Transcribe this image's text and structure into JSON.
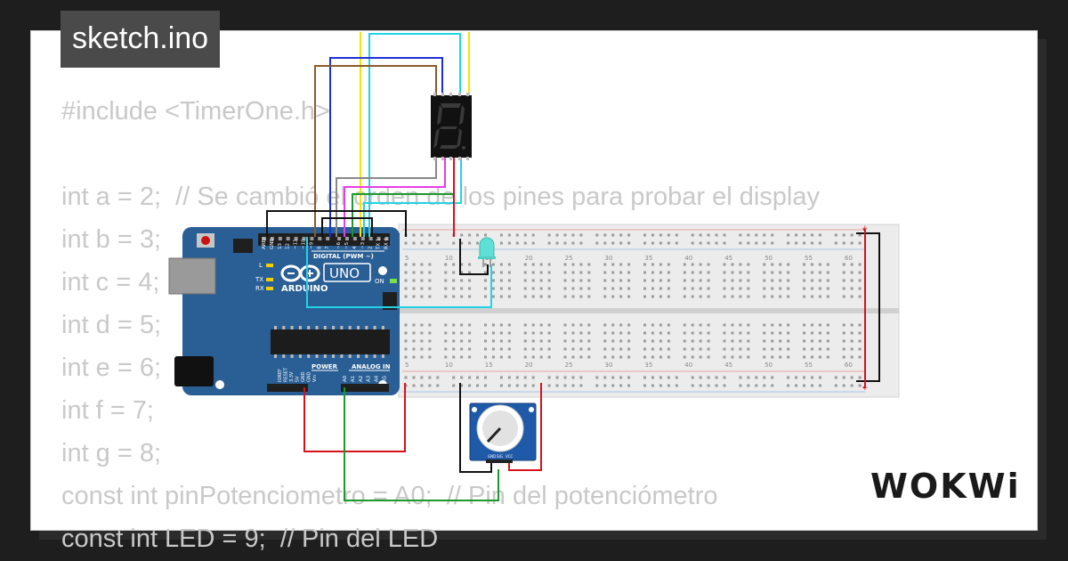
{
  "tab": {
    "filename": "sketch.ino"
  },
  "code_lines": [
    "#include <TimerOne.h>",
    "",
    "int a = 2;  // Se cambió el orden de los pines para probar el display",
    "int b = 3;",
    "int c = 4;",
    "int d = 5;",
    "int e = 6;",
    "int f = 7;",
    "int g = 8;",
    "const int pinPotenciometro = A0;  // Pin del potenciómetro",
    "const int LED = 9;  // Pin del LED"
  ],
  "brand": {
    "logo_text": "WOKWi"
  },
  "arduino": {
    "brand_label": "ARDUINO",
    "model_label": "UNO",
    "digital_label": "DIGITAL (PWM ~)",
    "power_label": "POWER",
    "analog_label": "ANALOG IN",
    "on_label": "ON",
    "l_label": "L",
    "tx_label": "TX",
    "rx_label": "RX",
    "digital_pins": [
      "AREF",
      "GND",
      "13",
      "12",
      "~11",
      "~10",
      "~9",
      "8",
      "7",
      "~6",
      "~5",
      "4",
      "~3",
      "2",
      "TX 1",
      "RX 0"
    ],
    "power_pins": [
      "IOREF",
      "RESET",
      "3.3V",
      "5V",
      "GND",
      "GND",
      "Vin"
    ],
    "analog_pins": [
      "A0",
      "A1",
      "A2",
      "A3",
      "A4",
      "A5"
    ]
  },
  "breadboard": {
    "column_numbers": [
      "5",
      "10",
      "15",
      "20",
      "25",
      "30",
      "35",
      "40",
      "45",
      "50",
      "55",
      "60"
    ],
    "plus_sign": "+",
    "minus_sign": "−"
  },
  "potentiometer": {
    "pin_labels": [
      "GND",
      "SIG",
      "VCC"
    ]
  },
  "colors": {
    "background": "#1e1e1e",
    "code_text": "#c9c9c9",
    "title_tag": "#4a4a4a",
    "arduino_board": "#2a5f95",
    "breadboard": "#ececec",
    "led": "#5fe0d6",
    "wire_cyan": "#22d3e6",
    "wire_yellow": "#f2e600",
    "wire_brown": "#8b5a2b",
    "wire_blue": "#1f2fd6",
    "wire_magenta": "#e83ce8",
    "wire_green": "#1a9a2a",
    "wire_red": "#d9111a",
    "wire_black": "#111111",
    "wire_gray": "#888888"
  }
}
